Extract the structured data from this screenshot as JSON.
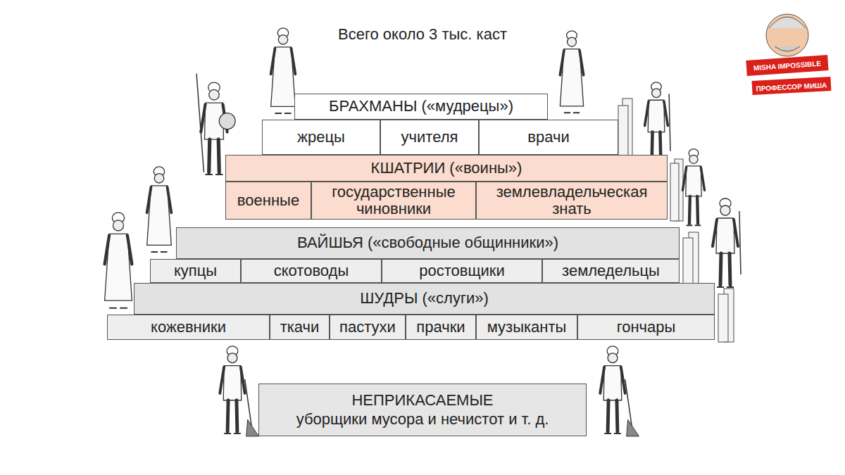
{
  "diagram": {
    "title": "Всего около 3 тыс. каст",
    "nodes": [
      {
        "text": [
          "БРАХМАНЫ («мудрецы»)"
        ]
      },
      {
        "text": [
          "жрецы"
        ],
        "in": 0
      },
      {
        "text": [
          "учителя"
        ],
        "in": 0
      },
      {
        "text": [
          "врачи"
        ],
        "in": 0
      },
      {
        "text": [
          "КШАТРИИ («воины»)"
        ]
      },
      {
        "text": [
          "военные"
        ],
        "in": 4
      },
      {
        "text": [
          "государственные чиновники"
        ],
        "in": 4
      },
      {
        "text": [
          "землевладельческая знать"
        ],
        "in": 4
      },
      {
        "text": [
          "ВАЙШЬЯ («свободные общинники»)"
        ]
      },
      {
        "text": [
          "купцы"
        ],
        "in": 8
      },
      {
        "text": [
          "скотоводы"
        ],
        "in": 8
      },
      {
        "text": [
          "ростовщики"
        ],
        "in": 8
      },
      {
        "text": [
          "земледельцы"
        ],
        "in": 8
      },
      {
        "text": [
          "ШУДРЫ («слуги»)"
        ]
      },
      {
        "text": [
          "кожевники"
        ],
        "in": 13
      },
      {
        "text": [
          "ткачи"
        ],
        "in": 13
      },
      {
        "text": [
          "пастухи"
        ],
        "in": 13
      },
      {
        "text": [
          "прачки"
        ],
        "in": 13
      },
      {
        "text": [
          "музыканты"
        ],
        "in": 13
      },
      {
        "text": [
          "гончары"
        ],
        "in": 13
      },
      {
        "text": [
          "НЕПРИКАСАЕМЫЕ",
          "уборщики мусора и нечистот и т. д."
        ]
      }
    ],
    "labels": [
      "MISHA IMPOSSIBLE",
      "ПРОФЕССОР МИША"
    ]
  }
}
